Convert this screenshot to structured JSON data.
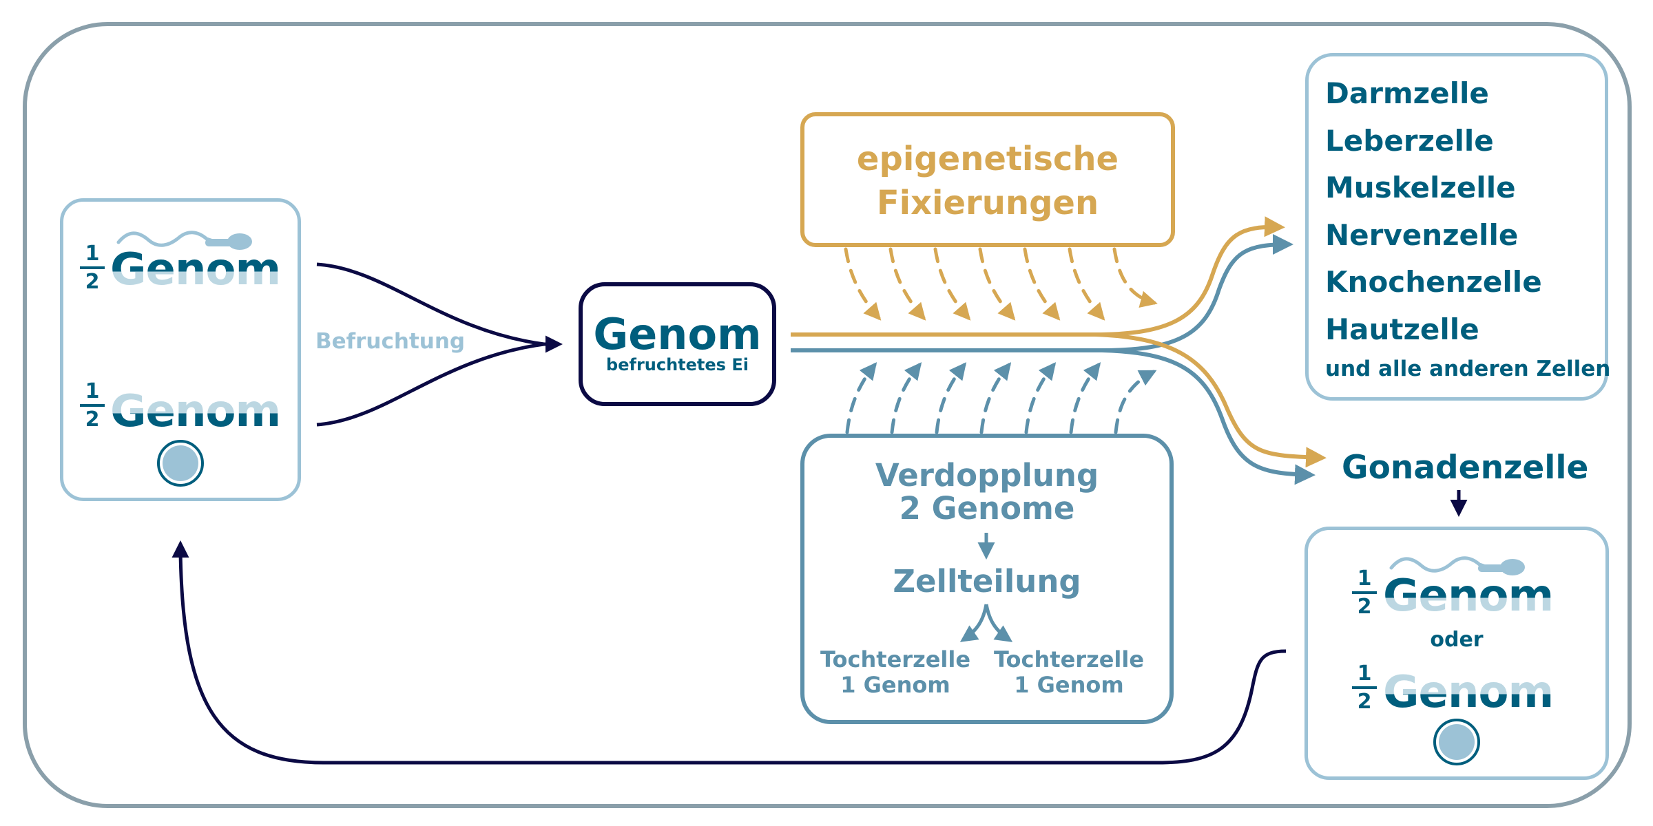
{
  "colors": {
    "dark_teal": "#005e7d",
    "light_blue": "#9cc2d6",
    "gold": "#d6a752",
    "steel_blue": "#5c90aa",
    "navy": "#0b0a44",
    "frame_gray": "#8a9faa"
  },
  "parents_box": {
    "sperm": {
      "fraction_num": "1",
      "fraction_den": "2",
      "label": "Genom",
      "icon": "sperm-icon"
    },
    "egg": {
      "fraction_num": "1",
      "fraction_den": "2",
      "label": "Genom",
      "icon": "egg-cell-icon"
    }
  },
  "fertilization_label": "Befruchtung",
  "zygote_box": {
    "title": "Genom",
    "subtitle": "befruchtetes Ei"
  },
  "epigenetic_box": {
    "line1": "epigenetische",
    "line2": "Fixierungen"
  },
  "replication_box": {
    "line1": "Verdopplung",
    "line2": "2 Genome",
    "division": "Zellteilung",
    "daughters": [
      {
        "name": "Tochterzelle",
        "genome": "1 Genom"
      },
      {
        "name": "Tochterzelle",
        "genome": "1 Genom"
      }
    ]
  },
  "somatic_cells": {
    "items": [
      "Darmzelle",
      "Leberzelle",
      "Muskelzelle",
      "Nervenzelle",
      "Knochenzelle",
      "Hautzelle"
    ],
    "footer": "und alle anderen Zellen"
  },
  "gonad_label": "Gonadenzelle",
  "gamete_box": {
    "sperm": {
      "fraction_num": "1",
      "fraction_den": "2",
      "label": "Genom",
      "icon": "sperm-icon"
    },
    "or_label": "oder",
    "egg": {
      "fraction_num": "1",
      "fraction_den": "2",
      "label": "Genom",
      "icon": "egg-cell-icon"
    }
  }
}
